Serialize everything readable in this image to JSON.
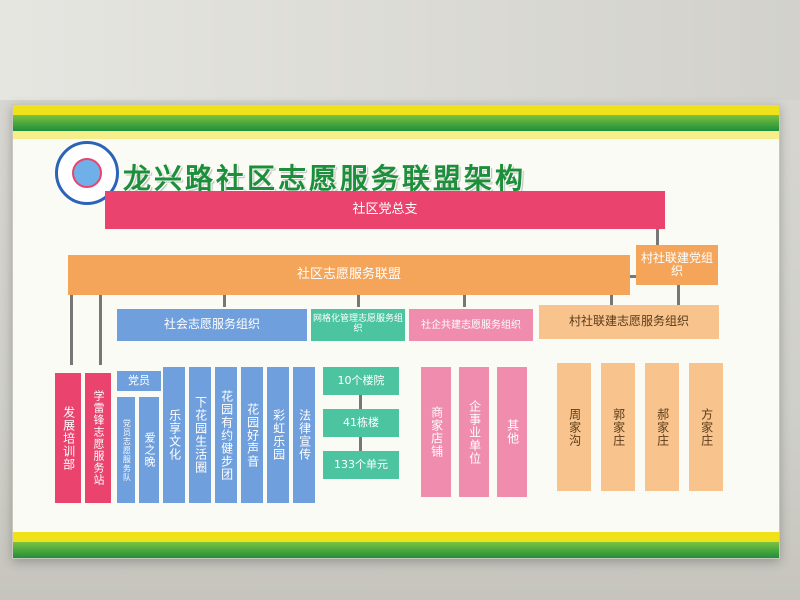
{
  "poster": {
    "title": "龙兴路社区志愿服务联盟架构",
    "level1": "社区党总支",
    "level2": "社区志愿服务联盟",
    "side_right": "村社联建党组织",
    "groups": {
      "social": "社会志愿服务组织",
      "grid": "网格化管理志愿服务组织",
      "enterprise": "社企共建志愿服务组织",
      "village": "村社联建志愿服务组织"
    },
    "left_columns": [
      "发展培训部",
      "学雷锋志愿服务站"
    ],
    "social_columns": [
      "党员",
      "爱之晚",
      "乐享文化",
      "下花园生活圈",
      "花园有约健步团",
      "花园好声音",
      "彩虹乐园",
      "法律宣传"
    ],
    "social_small": "党员志愿服务队",
    "grid_steps": [
      "10个楼院",
      "41栋楼",
      "133个单元"
    ],
    "enterprise_columns": [
      "商家店铺",
      "企事业单位",
      "其他"
    ],
    "village_columns": [
      "周家沟",
      "郭家庄",
      "郝家庄",
      "方家庄"
    ]
  },
  "colors": {
    "green": "#1d8f3a",
    "yellow": "#f0e21a",
    "pink": "#e9436e",
    "orange": "#f5a55a",
    "blue": "#6f9fdc",
    "teal": "#4cc4a0",
    "light_pink": "#f08cae",
    "peach": "#f8c38d"
  }
}
